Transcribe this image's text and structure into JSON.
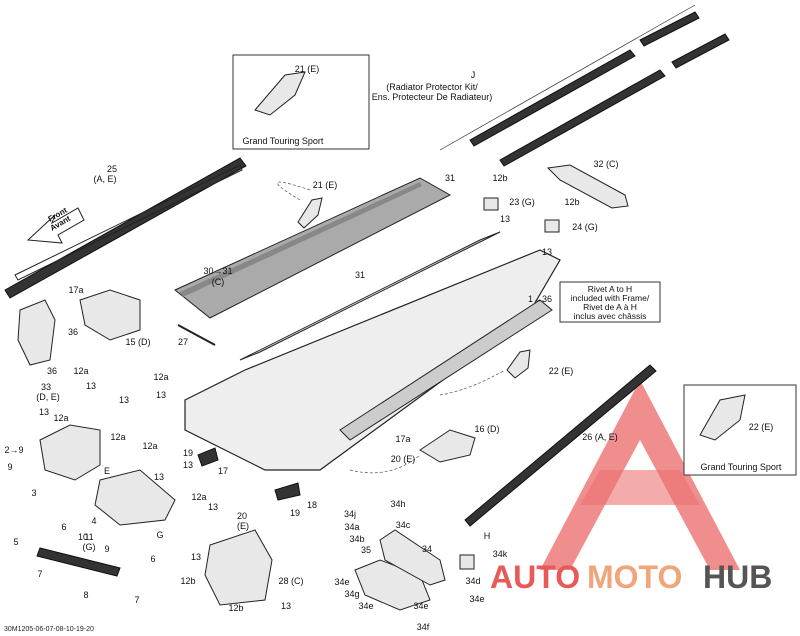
{
  "diagram": {
    "callouts": [
      {
        "id": "c21a",
        "text": "21 (E)"
      },
      {
        "id": "c_j",
        "text": "J"
      },
      {
        "id": "c_rad1",
        "text": "(Radiator Protector Kit/"
      },
      {
        "id": "c_rad2",
        "text": "Ens. Protecteur De Radiateur)"
      },
      {
        "id": "c_gts1",
        "text": "Grand Touring Sport"
      },
      {
        "id": "c25",
        "text": "25"
      },
      {
        "id": "c25b",
        "text": "(A, E)"
      },
      {
        "id": "c21b",
        "text": "21 (E)"
      },
      {
        "id": "c31a",
        "text": "31"
      },
      {
        "id": "c12b_1",
        "text": "12b"
      },
      {
        "id": "c23",
        "text": "23 (G)"
      },
      {
        "id": "c13_1",
        "text": "13"
      },
      {
        "id": "c32",
        "text": "32 (C)"
      },
      {
        "id": "c12b_2",
        "text": "12b"
      },
      {
        "id": "c24",
        "text": "24 (G)"
      },
      {
        "id": "c13_2",
        "text": "13"
      },
      {
        "id": "c3031",
        "text": "30→31"
      },
      {
        "id": "c30c",
        "text": "(C)"
      },
      {
        "id": "c31b",
        "text": "31"
      },
      {
        "id": "c17a",
        "text": "17a"
      },
      {
        "id": "c36a",
        "text": "36"
      },
      {
        "id": "c36b",
        "text": "36"
      },
      {
        "id": "c15",
        "text": "15 (D)"
      },
      {
        "id": "c27",
        "text": "27"
      },
      {
        "id": "c136",
        "text": "1→36"
      },
      {
        "id": "c33",
        "text": "33"
      },
      {
        "id": "c33b",
        "text": "(D, E)"
      },
      {
        "id": "c12a_1",
        "text": "12a"
      },
      {
        "id": "c13_3",
        "text": "13"
      },
      {
        "id": "c12a_2",
        "text": "12a"
      },
      {
        "id": "c13_4",
        "text": "13"
      },
      {
        "id": "c22a",
        "text": "22 (E)"
      },
      {
        "id": "c13_5",
        "text": "13"
      },
      {
        "id": "c12a_3",
        "text": "12a"
      },
      {
        "id": "c13_6",
        "text": "13"
      },
      {
        "id": "c12a_4",
        "text": "12a"
      },
      {
        "id": "c12a_5",
        "text": "12a"
      },
      {
        "id": "c13_7",
        "text": "13"
      },
      {
        "id": "c29",
        "text": "2→9"
      },
      {
        "id": "c9a",
        "text": "9"
      },
      {
        "id": "c19a",
        "text": "19"
      },
      {
        "id": "c13_8",
        "text": "13"
      },
      {
        "id": "c17",
        "text": "17"
      },
      {
        "id": "c17a2",
        "text": "17a"
      },
      {
        "id": "c16",
        "text": "16 (D)"
      },
      {
        "id": "c20e",
        "text": "20 (E)"
      },
      {
        "id": "c26",
        "text": "26 (A, E)"
      },
      {
        "id": "c22b",
        "text": "22 (E)"
      },
      {
        "id": "c_gts2",
        "text": "Grand Touring Sport"
      },
      {
        "id": "c3",
        "text": "3"
      },
      {
        "id": "c_e",
        "text": "E"
      },
      {
        "id": "c12a_6",
        "text": "12a"
      },
      {
        "id": "c13_9",
        "text": "13"
      },
      {
        "id": "c18",
        "text": "18"
      },
      {
        "id": "c19b",
        "text": "19"
      },
      {
        "id": "c20",
        "text": "20"
      },
      {
        "id": "c20b",
        "text": "(E)"
      },
      {
        "id": "c6a",
        "text": "6"
      },
      {
        "id": "c4",
        "text": "4"
      },
      {
        "id": "c10",
        "text": "10"
      },
      {
        "id": "c11",
        "text": "11"
      },
      {
        "id": "c11g",
        "text": "(G)"
      },
      {
        "id": "c9b",
        "text": "9"
      },
      {
        "id": "c_g",
        "text": "G"
      },
      {
        "id": "c6b",
        "text": "6"
      },
      {
        "id": "c5",
        "text": "5"
      },
      {
        "id": "c7a",
        "text": "7"
      },
      {
        "id": "c8",
        "text": "8"
      },
      {
        "id": "c7b",
        "text": "7"
      },
      {
        "id": "c13_10",
        "text": "13"
      },
      {
        "id": "c12b_3",
        "text": "12b"
      },
      {
        "id": "c28",
        "text": "28 (C)"
      },
      {
        "id": "c12b_4",
        "text": "12b"
      },
      {
        "id": "c13_11",
        "text": "13"
      },
      {
        "id": "c34h",
        "text": "34h"
      },
      {
        "id": "c34j",
        "text": "34j"
      },
      {
        "id": "c34a",
        "text": "34a"
      },
      {
        "id": "c34c",
        "text": "34c"
      },
      {
        "id": "c34b",
        "text": "34b"
      },
      {
        "id": "c35",
        "text": "35"
      },
      {
        "id": "c34",
        "text": "34"
      },
      {
        "id": "c_h",
        "text": "H"
      },
      {
        "id": "c34k",
        "text": "34k"
      },
      {
        "id": "c34e_1",
        "text": "34e"
      },
      {
        "id": "c34g",
        "text": "34g"
      },
      {
        "id": "c34d",
        "text": "34d"
      },
      {
        "id": "c34e_2",
        "text": "34e"
      },
      {
        "id": "c34e_3",
        "text": "34e"
      },
      {
        "id": "c34e_4",
        "text": "34e"
      },
      {
        "id": "c34f",
        "text": "34f"
      }
    ],
    "note_box": {
      "lines": [
        "Rivet A to H",
        "included with Frame/",
        "Rivet de A à H",
        "inclus avec châssis"
      ]
    },
    "front_arrow": {
      "line1": "Front",
      "line2": "Avant"
    },
    "footer_code": "30M1205-06-07-08-10-19-20",
    "watermark": {
      "auto": "AUTO",
      "moto": "MOTO",
      "hub": "HUB",
      "colors": {
        "red": "#e85a5a",
        "orange": "#f0a57a",
        "gray": "#555555"
      }
    }
  }
}
